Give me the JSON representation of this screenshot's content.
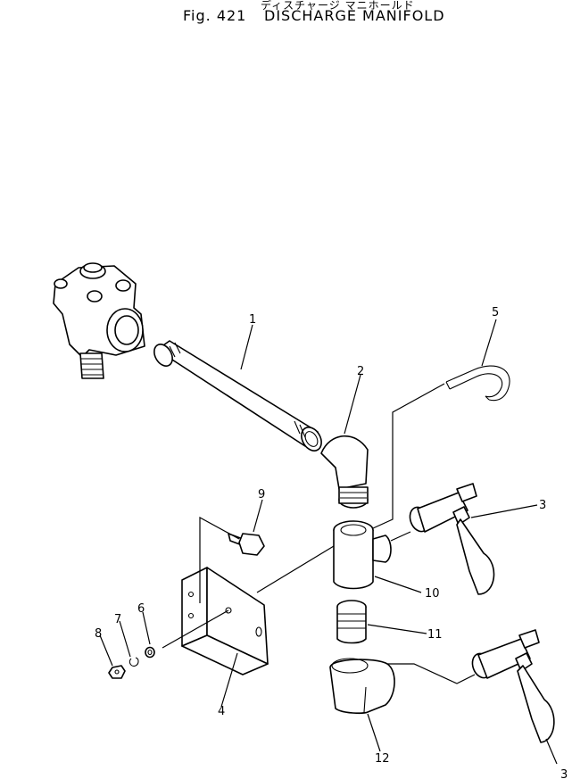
{
  "header": {
    "japanese_title": "ディスチャージ マニホールド",
    "figure_label": "Fig. 421",
    "title": "DISCHARGE MANIFOLD"
  },
  "callouts": [
    "1",
    "2",
    "3",
    "3",
    "4",
    "5",
    "6",
    "7",
    "8",
    "9",
    "10",
    "11",
    "12"
  ],
  "colors": {
    "line": "#000000",
    "background": "#ffffff"
  }
}
